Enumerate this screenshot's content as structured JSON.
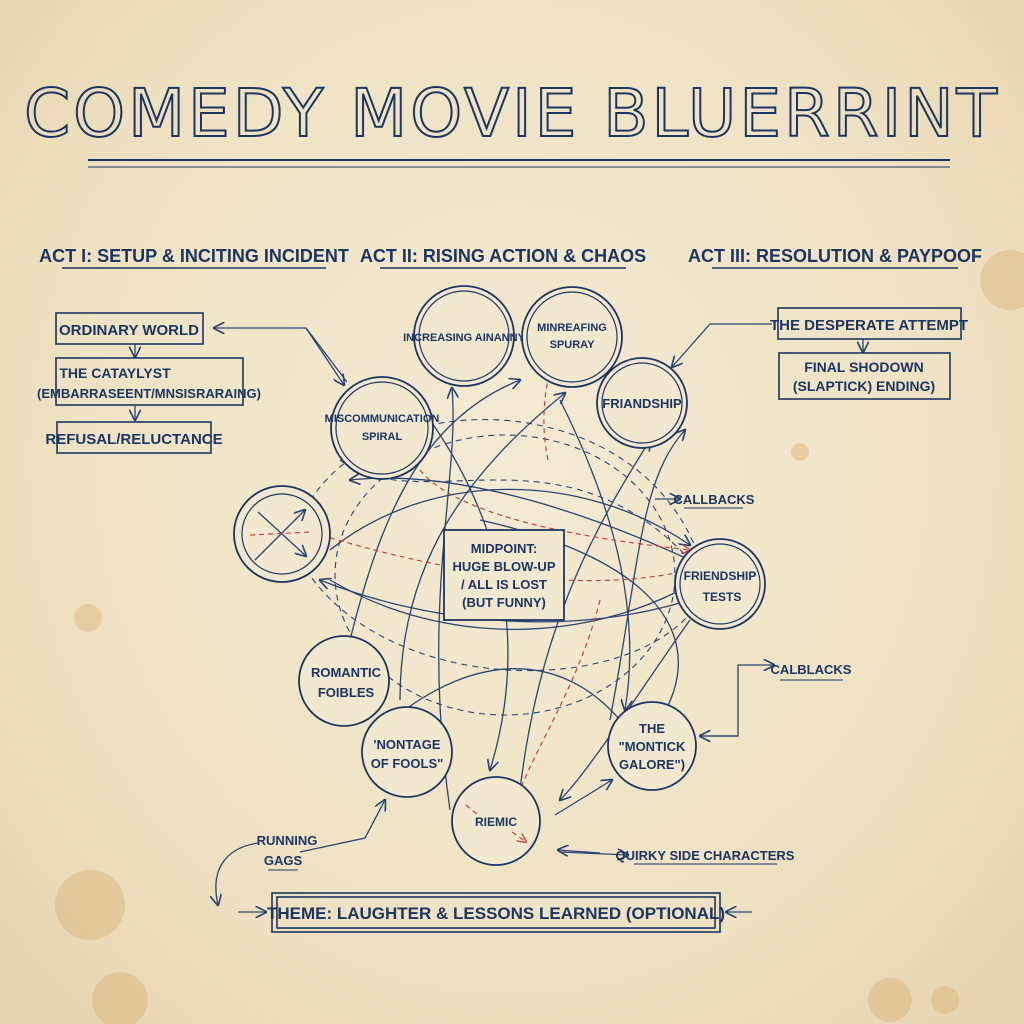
{
  "title": "COMEDY MOVIE BLUERRINT",
  "acts": [
    {
      "label": "ACT I: SETUP & INCITING INCIDENT"
    },
    {
      "label": "ACT II: RISING ACTION & CHAOS"
    },
    {
      "label": "ACT III: RESOLUTION & PAYPOOF"
    }
  ],
  "act1_boxes": [
    {
      "lines": [
        "ORDINARY WORLD"
      ]
    },
    {
      "lines": [
        "THE CATAYLYST",
        "(EMBARRASEENT/MNSISRARAING)"
      ]
    },
    {
      "lines": [
        "REFUSAL/RELUCTANCE"
      ]
    }
  ],
  "act3_boxes": [
    {
      "lines": [
        "THE DESPERATE ATTEMPT"
      ]
    },
    {
      "lines": [
        "FINAL SHODOWN",
        "(SLAPTICK) ENDING)"
      ]
    }
  ],
  "circles": [
    {
      "lines": [
        "INCREASING AINANNY"
      ]
    },
    {
      "lines": [
        "MINREAFING",
        "SPURAY"
      ]
    },
    {
      "lines": [
        "FRIANDSHIP"
      ]
    },
    {
      "lines": [
        "MISCOMMUNICATION",
        "SPIRAL"
      ]
    },
    {
      "lines": [
        "FRIENDSHIP",
        "TESTS"
      ]
    },
    {
      "lines": [
        "ROMANTIC",
        "FOIBLES"
      ]
    },
    {
      "lines": [
        "'NONTAGE",
        "OF FOOLS\""
      ]
    },
    {
      "lines": [
        "THE",
        "\"MONTICK",
        "GALORE\")"
      ]
    },
    {
      "lines": [
        "RIEMIC"
      ]
    }
  ],
  "midpoint": {
    "lines": [
      "MIDPOINT:",
      "HUGE BLOW-UP",
      "/ ALL IS LOST",
      "(BUT FUNNY)"
    ]
  },
  "side_labels": {
    "callbacks": "CALLBACKS",
    "calblacks": "CALBLACKS",
    "quirky": "QUIRKY SIDE CHARACTERS",
    "running_gags": [
      "RUNNING",
      "GAGS"
    ]
  },
  "theme": "THEME: LAUGHTER & LESSONS LEARNED (OPTIONAL)",
  "colors": {
    "ink": "#1d3561",
    "accent_red": "#c0453f",
    "paper": "#efe3c8"
  }
}
